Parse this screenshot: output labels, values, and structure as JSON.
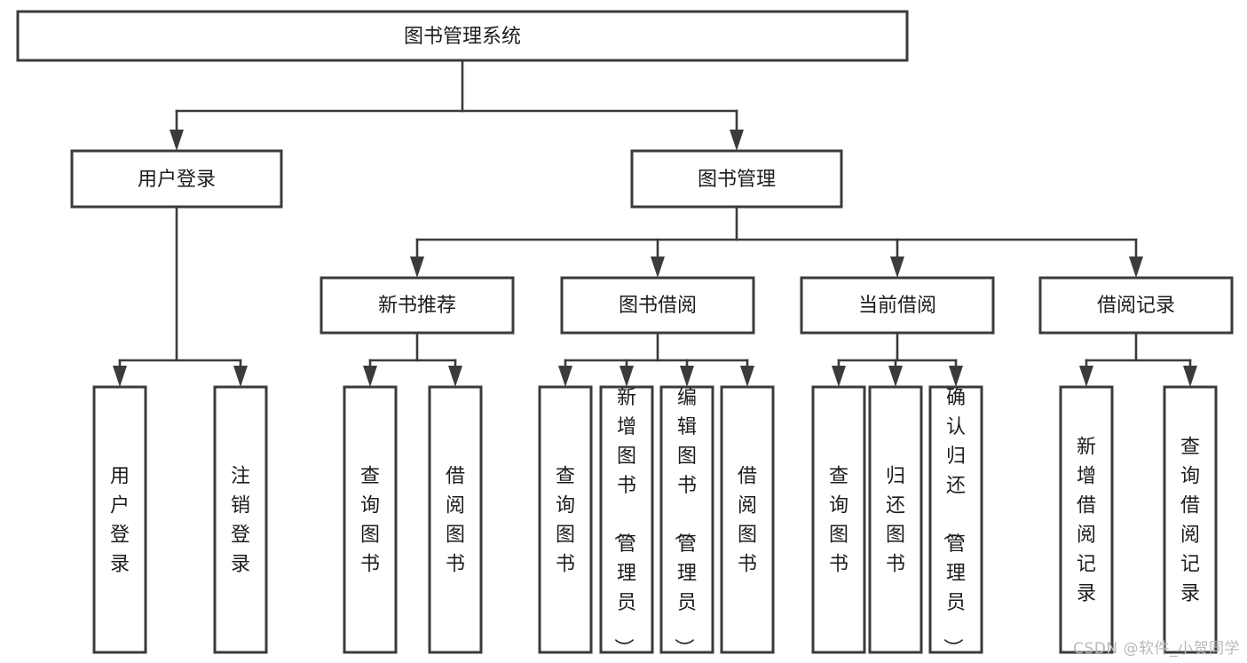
{
  "diagram": {
    "title": "图书管理系统",
    "type": "hierarchy-tree",
    "colors": {
      "box_stroke": "#3b3b3b",
      "box_fill": "#ffffff",
      "connector": "#3b3b3b",
      "text": "#1c1c1c",
      "background": "#ffffff",
      "watermark": "#b9b9b9"
    },
    "root": {
      "label": "图书管理系统"
    },
    "level2": [
      {
        "label": "用户登录"
      },
      {
        "label": "图书管理"
      }
    ],
    "level3": [
      {
        "label": "新书推荐"
      },
      {
        "label": "图书借阅"
      },
      {
        "label": "当前借阅"
      },
      {
        "label": "借阅记录"
      }
    ],
    "leaves": {
      "user_login": [
        {
          "label": "用户登录"
        },
        {
          "label": "注销登录"
        }
      ],
      "new_book_recommend": [
        {
          "label": "查询图书"
        },
        {
          "label": "借阅图书"
        }
      ],
      "book_borrow": [
        {
          "label": "查询图书"
        },
        {
          "label": "新增图书（管理员）"
        },
        {
          "label": "编辑图书（管理员）"
        },
        {
          "label": "借阅图书"
        }
      ],
      "current_borrow": [
        {
          "label": "查询图书"
        },
        {
          "label": "归还图书"
        },
        {
          "label": "确认归还（管理员）"
        }
      ],
      "borrow_record": [
        {
          "label": "新增借阅记录"
        },
        {
          "label": "查询借阅记录"
        }
      ]
    }
  },
  "watermark": {
    "text": "CSDN @软件_小贺同学"
  }
}
